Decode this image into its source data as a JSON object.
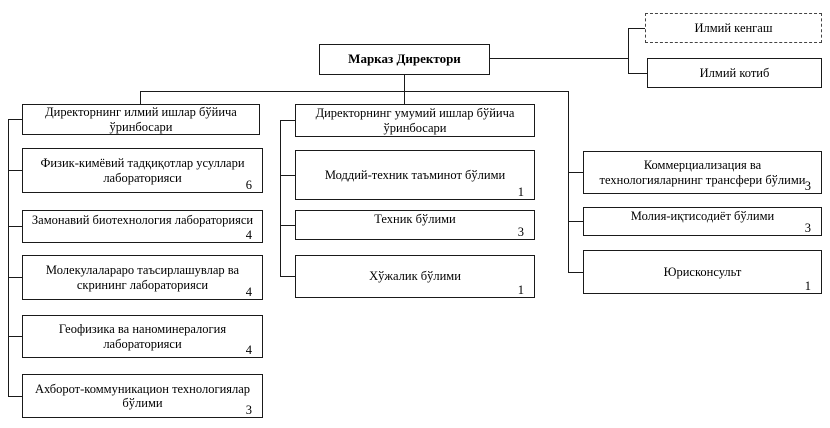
{
  "diagram": {
    "director": "Марказ Директори",
    "ilmiy_kengash": "Илмий кенгаш",
    "ilmiy_kotib": "Илмий котиб",
    "science_branch": {
      "head": "Директорнинг илмий ишлар бўйича\nўринбосари",
      "items": [
        {
          "label": "Физик-кимёвий тадқиқотлар усуллари\nлабораторияси",
          "count": "6"
        },
        {
          "label": "Замонавий биотехнология лабораторияси",
          "count": "4"
        },
        {
          "label": "Молекулалараро таъсирлашувлар ва\nскрининг лабораторияси",
          "count": "4"
        },
        {
          "label": "Геофизика ва наноминералогия\nлабораторияси",
          "count": "4"
        },
        {
          "label": "Ахборот-коммуникацион технологиялар\nбўлими",
          "count": "3"
        }
      ]
    },
    "general_branch": {
      "head": "Директорнинг умумий ишлар бўйича\nўринбосари",
      "items": [
        {
          "label": "Моддий-техник таъминот бўлими",
          "count": "1"
        },
        {
          "label": "Техник бўлими",
          "count": "3"
        },
        {
          "label": "Хўжалик бўлими",
          "count": "1"
        }
      ]
    },
    "right_branch": {
      "items": [
        {
          "label": "Коммерциализация ва\nтехнологияларнинг трансфери бўлими",
          "count": "3"
        },
        {
          "label": "Молия-иқтисодиёт бўлими",
          "count": "3"
        },
        {
          "label": "Юрисконсульт",
          "count": "1"
        }
      ]
    }
  }
}
